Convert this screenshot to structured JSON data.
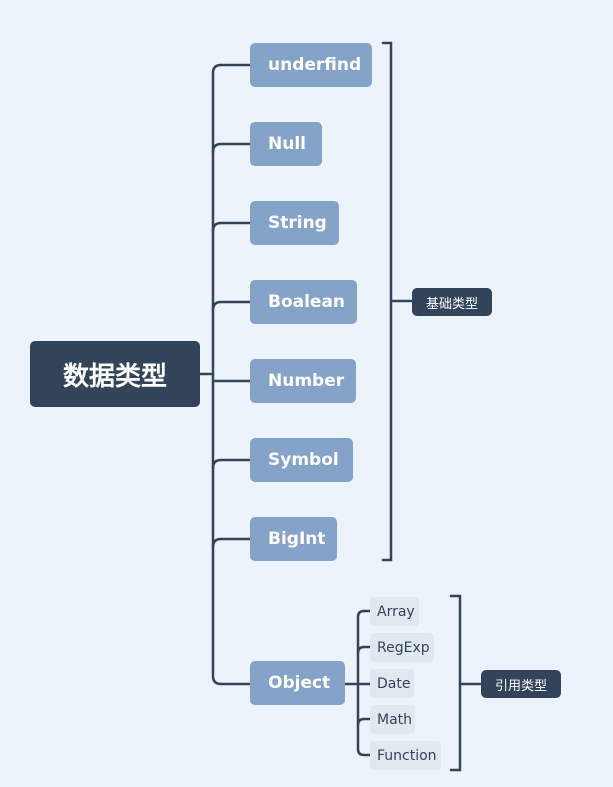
{
  "root": {
    "label": "数据类型"
  },
  "children": [
    {
      "label": "underfind"
    },
    {
      "label": "Null"
    },
    {
      "label": "String"
    },
    {
      "label": "Boalean"
    },
    {
      "label": "Number"
    },
    {
      "label": "Symbol"
    },
    {
      "label": "BigInt"
    },
    {
      "label": "Object"
    }
  ],
  "object_children": [
    {
      "label": "Array"
    },
    {
      "label": "RegExp"
    },
    {
      "label": "Date"
    },
    {
      "label": "Math"
    },
    {
      "label": "Function"
    }
  ],
  "summaries": {
    "primitive": "基础类型",
    "reference": "引用类型"
  },
  "colors": {
    "background": "#edf3fa",
    "root_fill": "#33445a",
    "child_fill": "#85a3c8",
    "leaf_fill": "#e2e8f0",
    "connector": "#33445a"
  }
}
